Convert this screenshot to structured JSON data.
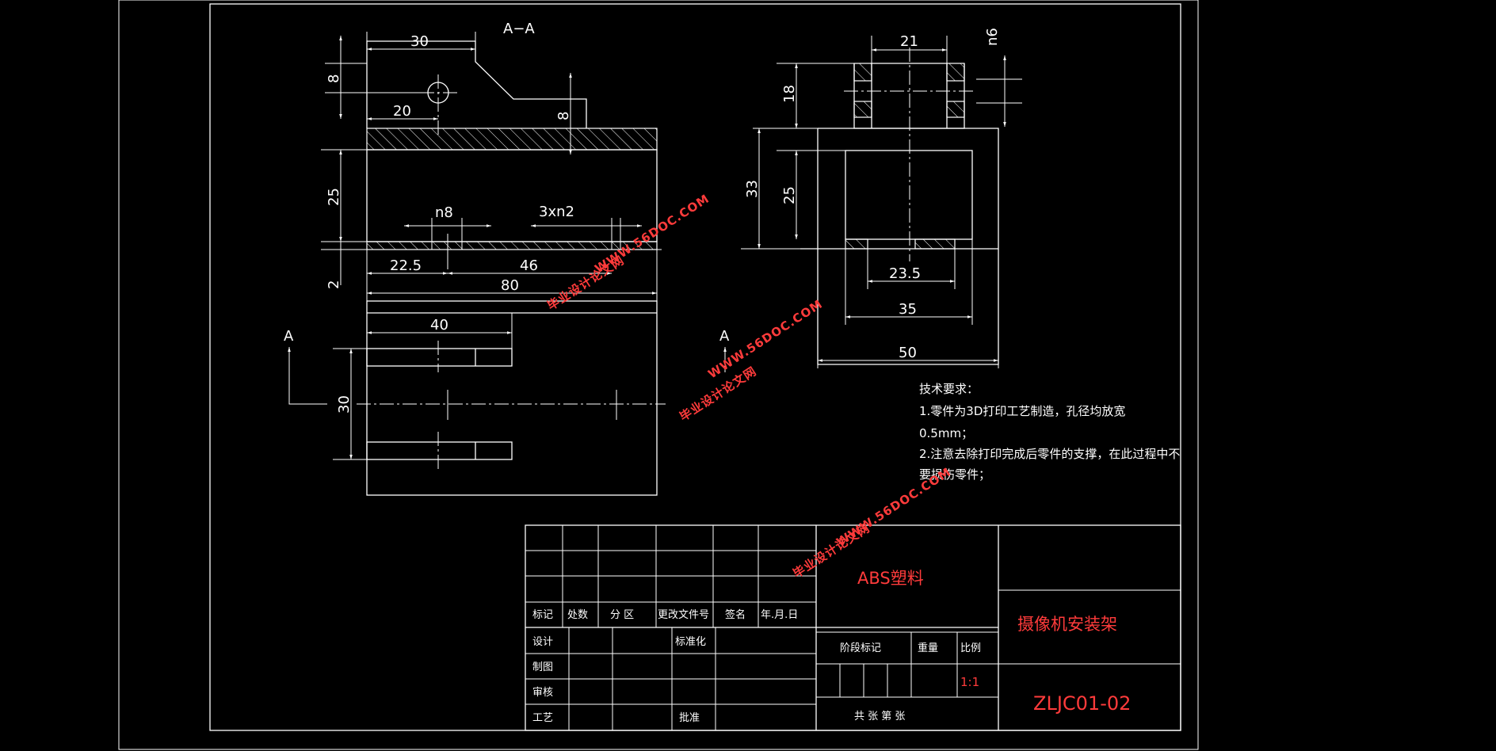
{
  "section_label": "A−A",
  "view_arrow_label": "A",
  "dimensions": {
    "d30_top": "30",
    "d8_left": "8",
    "d20": "20",
    "d8_right": "8",
    "d25_left": "25",
    "dn8": "n8",
    "d3xn2": "3xn2",
    "d2": "2",
    "d22_5": "22.5",
    "d46": "46",
    "d80": "80",
    "d40": "40",
    "d30_left": "30",
    "d21": "21",
    "dn6": "n6",
    "d18": "18",
    "d33": "33",
    "d25_right": "25",
    "d23_5": "23.5",
    "d35": "35",
    "d50": "50"
  },
  "notes": {
    "title": "技术要求：",
    "line1": "1.零件为3D打印工艺制造，孔径均放宽",
    "line2": "0.5mm；",
    "line3": "2.注意去除打印完成后零件的支撑，在此过程中不",
    "line4": "要损伤零件；"
  },
  "title_block": {
    "material": "ABS塑料",
    "part_name": "摄像机安装架",
    "drawing_no": "ZLJC01-02",
    "scale_value": "1:1",
    "labels": {
      "mark": "标记",
      "count": "处数",
      "zone": "分 区",
      "doc_no": "更改文件号",
      "signature": "签名",
      "date": "年.月.日",
      "design": "设计",
      "standardize": "标准化",
      "draw": "制图",
      "review": "审核",
      "process": "工艺",
      "approve": "批准",
      "stage": "阶段标记",
      "weight": "重量",
      "scale": "比例",
      "sheets": "共   张 第   张"
    }
  },
  "watermarks": {
    "site": "WWW.56DOC.COM",
    "name": "毕业设计论文网"
  }
}
